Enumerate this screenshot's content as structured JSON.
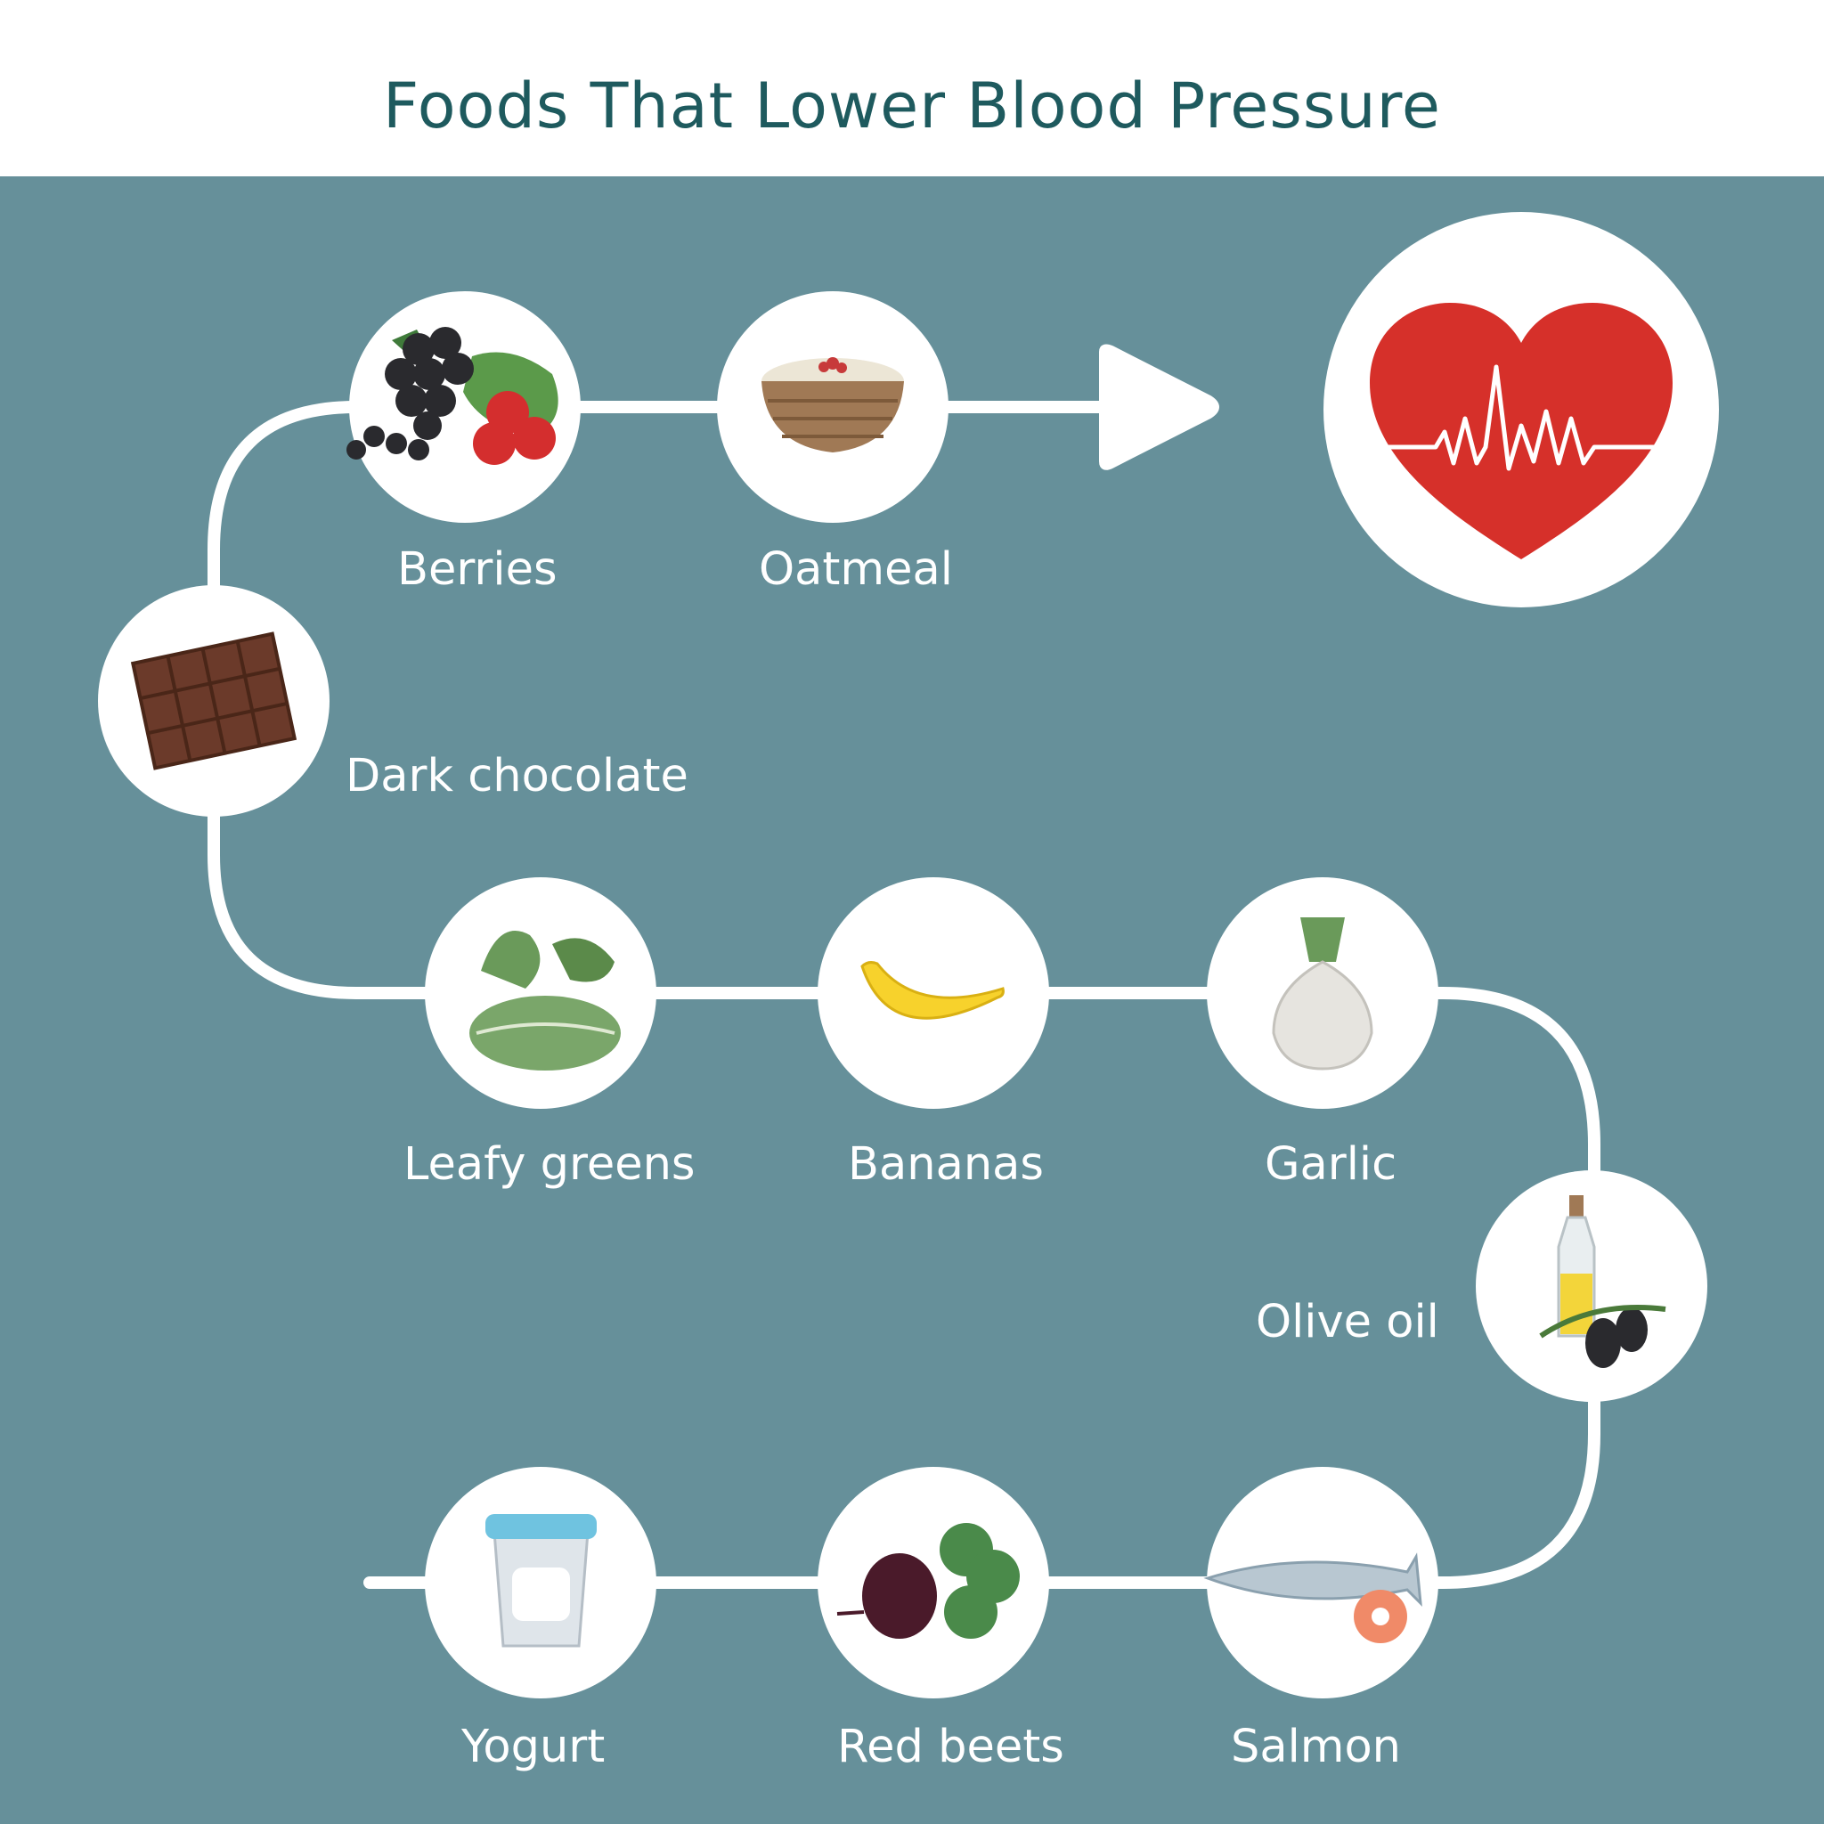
{
  "title": "Foods That Lower Blood Pressure",
  "colors": {
    "panel": "#66909a",
    "title": "#1e5a5e",
    "heart": "#d6302a",
    "path": "#ffffff"
  },
  "foods": [
    {
      "name": "Berries",
      "icon": "berries-icon"
    },
    {
      "name": "Oatmeal",
      "icon": "oatmeal-bowl-icon"
    },
    {
      "name": "Dark chocolate",
      "icon": "chocolate-bar-icon"
    },
    {
      "name": "Leafy greens",
      "icon": "leafy-greens-icon"
    },
    {
      "name": "Bananas",
      "icon": "banana-icon"
    },
    {
      "name": "Garlic",
      "icon": "garlic-icon"
    },
    {
      "name": "Olive oil",
      "icon": "olive-oil-icon"
    },
    {
      "name": "Salmon",
      "icon": "salmon-icon"
    },
    {
      "name": "Red beets",
      "icon": "beet-icon"
    },
    {
      "name": "Yogurt",
      "icon": "yogurt-icon"
    }
  ],
  "goal_icon": "heartbeat-heart-icon"
}
